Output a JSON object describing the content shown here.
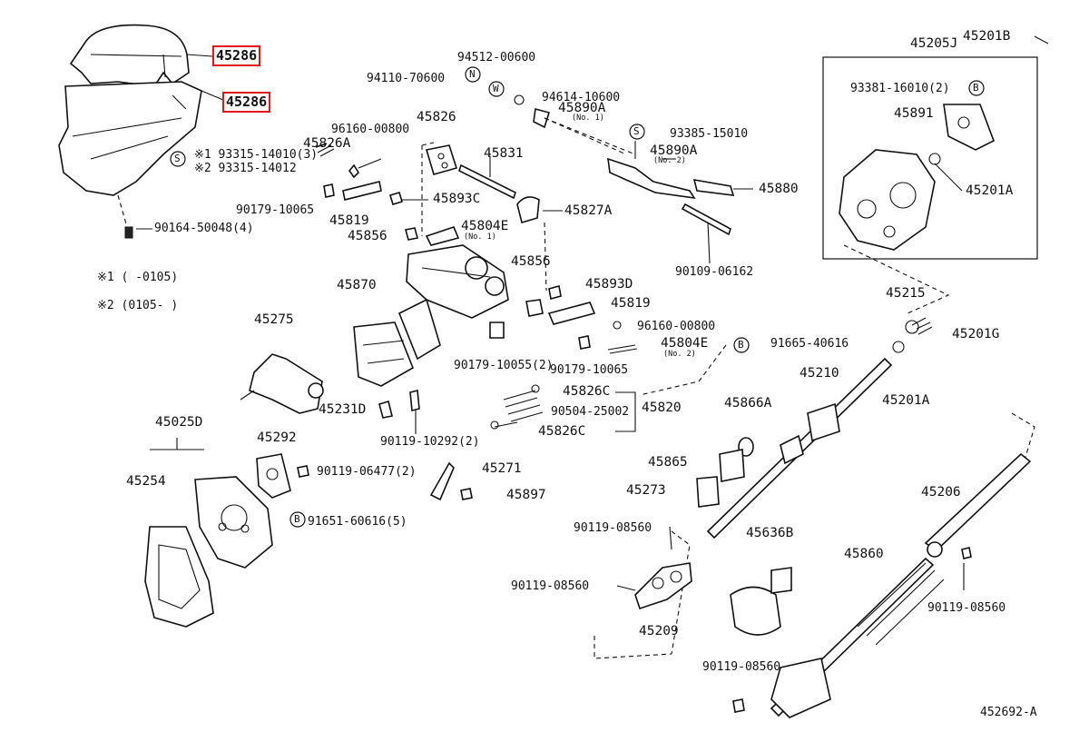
{
  "callouts": {
    "p45286a": "45286",
    "p45286b": "45286",
    "p94512": "94512-00600",
    "p94110": "94110-70600",
    "p94614": "94614-10600",
    "p45890a1": "45890A",
    "p45890a1_note": "(No. 1)",
    "p45826": "45826",
    "p96160a": "96160-00800",
    "p45826a": "45826A",
    "p93315_1": "※1 93315-14010(3)",
    "p93315_2": "※2 93315-14012",
    "p93385": "93385-15010",
    "p45890a2": "45890A",
    "p45890a2_note": "(No. 2)",
    "p45831": "45831",
    "p45880": "45880",
    "p90179a": "90179-10065",
    "p45893c": "45893C",
    "p45827a": "45827A",
    "p45819a": "45819",
    "p90164": "90164-50048(4)",
    "p45856a": "45856",
    "p45804e1": "45804E",
    "p45804e1_note": "(No. 1)",
    "p90109": "90109-06162",
    "p45856b": "45856",
    "p45893d": "45893D",
    "p45870": "45870",
    "p45819b": "45819",
    "p96160b": "96160-00800",
    "p45275": "45275",
    "p45804e2": "45804E",
    "p45804e2_note": "(No. 2)",
    "p91665": "91665-40616",
    "p90179b": "90179-10055(2)",
    "p90179c": "90179-10065",
    "p45826c1": "45826C",
    "p45820": "45820",
    "p90504": "90504-25002",
    "p45826c2": "45826C",
    "p45231d": "45231D",
    "p90119a": "90119-10292(2)",
    "p45025d": "45025D",
    "p45292": "45292",
    "p45254": "45254",
    "p90119b": "90119-06477(2)",
    "p45271": "45271",
    "p45897": "45897",
    "p91651": "91651-60616(5)",
    "p90119c": "90119-08560",
    "p90119d": "90119-08560",
    "p45209": "45209",
    "p45205j": "45205J",
    "p45201b": "45201B",
    "p93381": "93381-16010(2)",
    "p45891": "45891",
    "p45201a1": "45201A",
    "p45215": "45215",
    "p45201g": "45201G",
    "p45210": "45210",
    "p45201a2": "45201A",
    "p45866a": "45866A",
    "p45865": "45865",
    "p45273": "45273",
    "p45636b": "45636B",
    "p45206": "45206",
    "p45860": "45860",
    "p90119e": "90119-08560",
    "p90119f": "90119-08560"
  },
  "notes": {
    "n1": "※1 (      -0105)",
    "n2": "※2 (0105-      )"
  },
  "badges": {
    "n": "N",
    "w": "W",
    "s": "S",
    "b": "B"
  },
  "diagram_id": "452692-A",
  "highlight_color": "#e0161c"
}
